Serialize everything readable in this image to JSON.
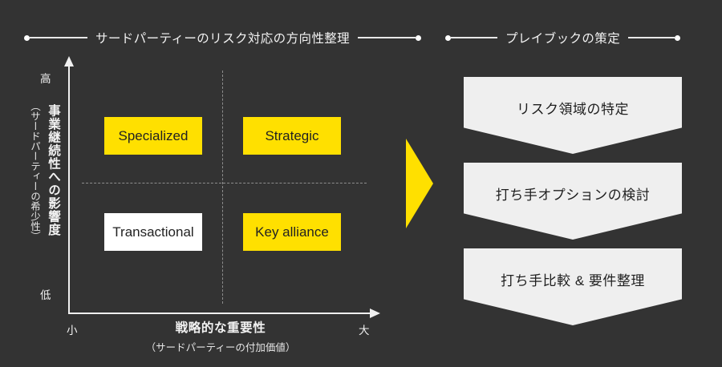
{
  "background_color": "#333333",
  "accent_color": "#FFE000",
  "panel_color": "#EFEFEF",
  "sections": {
    "left": {
      "title": "サードパーティーのリスク対応の方向性整理"
    },
    "right": {
      "title": "プレイブックの策定"
    }
  },
  "matrix": {
    "y_axis": {
      "label_main": "事業継続性への影響度",
      "label_sub": "（サードパーティーの希少性）",
      "cap_high": "高",
      "cap_low": "低"
    },
    "x_axis": {
      "label_main": "戦略的な重要性",
      "label_sub": "（サードパーティーの付加価値）",
      "cap_small": "小",
      "cap_large": "大"
    },
    "quadrants": [
      {
        "id": "specialized",
        "label": "Specialized",
        "fill": "#FFE000",
        "position": "top-left"
      },
      {
        "id": "strategic",
        "label": "Strategic",
        "fill": "#FFE000",
        "position": "top-right"
      },
      {
        "id": "transactional",
        "label": "Transactional",
        "fill": "#FFFFFF",
        "position": "bottom-left"
      },
      {
        "id": "key-alliance",
        "label": "Key alliance",
        "fill": "#FFE000",
        "position": "bottom-right"
      }
    ]
  },
  "flow": {
    "arrow_color": "#FFE000",
    "steps": [
      {
        "id": "step-1",
        "label": "リスク領域の特定"
      },
      {
        "id": "step-2",
        "label": "打ち手オプションの検討"
      },
      {
        "id": "step-3",
        "label": "打ち手比較 & 要件整理"
      }
    ]
  }
}
